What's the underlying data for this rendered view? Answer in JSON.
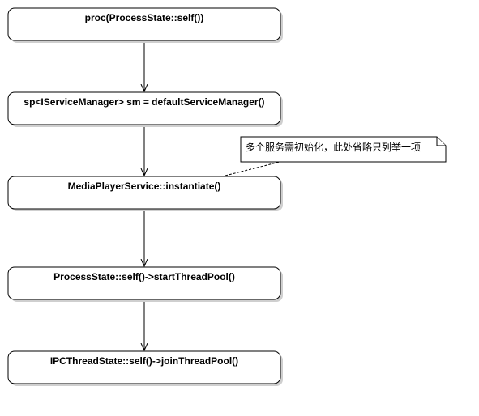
{
  "nodes": [
    {
      "id": "n1",
      "label": "proc(ProcessState::self())"
    },
    {
      "id": "n2",
      "label": "sp<IServiceManager> sm = defaultServiceManager()"
    },
    {
      "id": "n3",
      "label": "MediaPlayerService::instantiate()"
    },
    {
      "id": "n4",
      "label": "ProcessState::self()->startThreadPool()"
    },
    {
      "id": "n5",
      "label": "IPCThreadState::self()->joinThreadPool()"
    }
  ],
  "edges": [
    {
      "from": "n1",
      "to": "n2"
    },
    {
      "from": "n2",
      "to": "n3"
    },
    {
      "from": "n3",
      "to": "n4"
    },
    {
      "from": "n4",
      "to": "n5"
    }
  ],
  "note": {
    "text": "多个服务需初始化，此处省略只列举一项",
    "attached_to": "n3"
  }
}
